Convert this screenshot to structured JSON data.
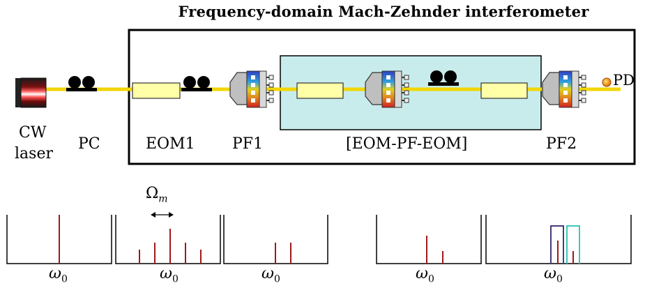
{
  "title": "Frequency-domain Mach-Zehnder interferometer",
  "labels": {
    "cw_line1": "CW",
    "cw_line2": "laser",
    "pc": "PC",
    "eom1": "EOM1",
    "pf1": "PF1",
    "eom_pf_eom": "[EOM-PF-EOM]",
    "pf2": "PF2",
    "pd": "PD"
  },
  "spectrum": {
    "omega_m": "Ω",
    "omega_m_sub": "m",
    "omega0": "ω",
    "omega0_sub": "0"
  },
  "colors": {
    "fiber": "#f2d600",
    "inner_box": "#c8ecec",
    "spectral_line": "#a01818",
    "filter_a": "#4a3a7a",
    "filter_b": "#3cc8b8"
  }
}
